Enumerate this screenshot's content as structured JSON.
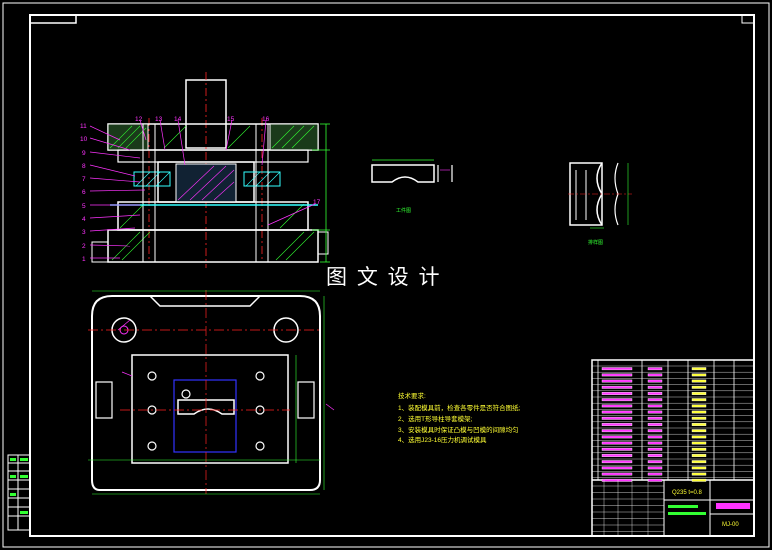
{
  "watermark": "图 文 设 计",
  "callouts": {
    "left": [
      "11",
      "10",
      "9",
      "8",
      "7",
      "6",
      "5",
      "4",
      "3",
      "2",
      "1"
    ],
    "top": [
      "12",
      "13",
      "14",
      "15",
      "16"
    ],
    "right": "17"
  },
  "tech_notes": {
    "title": "技术要求:",
    "items": [
      "1、装配模具前，检查各零件是否符合图纸;",
      "2、选用T形导柱导套模架;",
      "3、安装模具时保证凸模与凹模的间隙均匀",
      "4、选用J23-16压力机调试模具"
    ]
  },
  "part_views": {
    "front_label": "工件图",
    "side_label": "排样图"
  },
  "title_block": {
    "spec": "Q235 t=0.8",
    "drawing_no": "MJ-00"
  },
  "colors": {
    "background": "#000000",
    "outline": "#ffffff",
    "callout": "#ff33ff",
    "centerline": "#ff2222",
    "dimension": "#33ff33",
    "strip": "#3333ff",
    "hatch": "#33ffff",
    "text_yellow": "#ffff33"
  }
}
